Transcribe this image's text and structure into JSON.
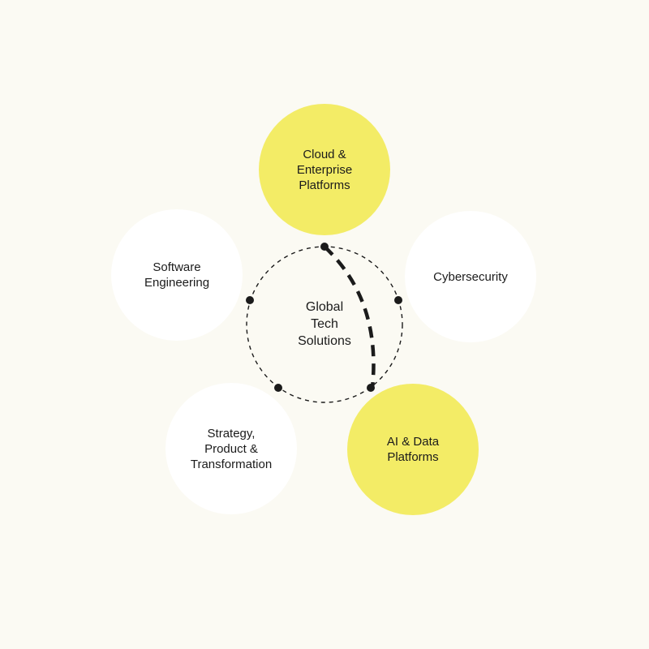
{
  "diagram": {
    "hub": {
      "label": "Global\nTech\nSolutions"
    },
    "nodes": [
      {
        "id": "cloud",
        "label": "Cloud &\nEnterprise\nPlatforms",
        "fill": "#f3ec66"
      },
      {
        "id": "cyber",
        "label": "Cybersecurity",
        "fill": "#ffffff"
      },
      {
        "id": "ai",
        "label": "AI & Data\nPlatforms",
        "fill": "#f3ec66"
      },
      {
        "id": "strategy",
        "label": "Strategy,\nProduct &\nTransformation",
        "fill": "#ffffff"
      },
      {
        "id": "software",
        "label": "Software\nEngineering",
        "fill": "#ffffff"
      }
    ],
    "connection": {
      "from": "cloud",
      "to": "ai",
      "style": "dashed-bold"
    }
  },
  "colors": {
    "background": "#fbfaf3",
    "highlight": "#f3ec66",
    "ink": "#1b1b1b"
  }
}
